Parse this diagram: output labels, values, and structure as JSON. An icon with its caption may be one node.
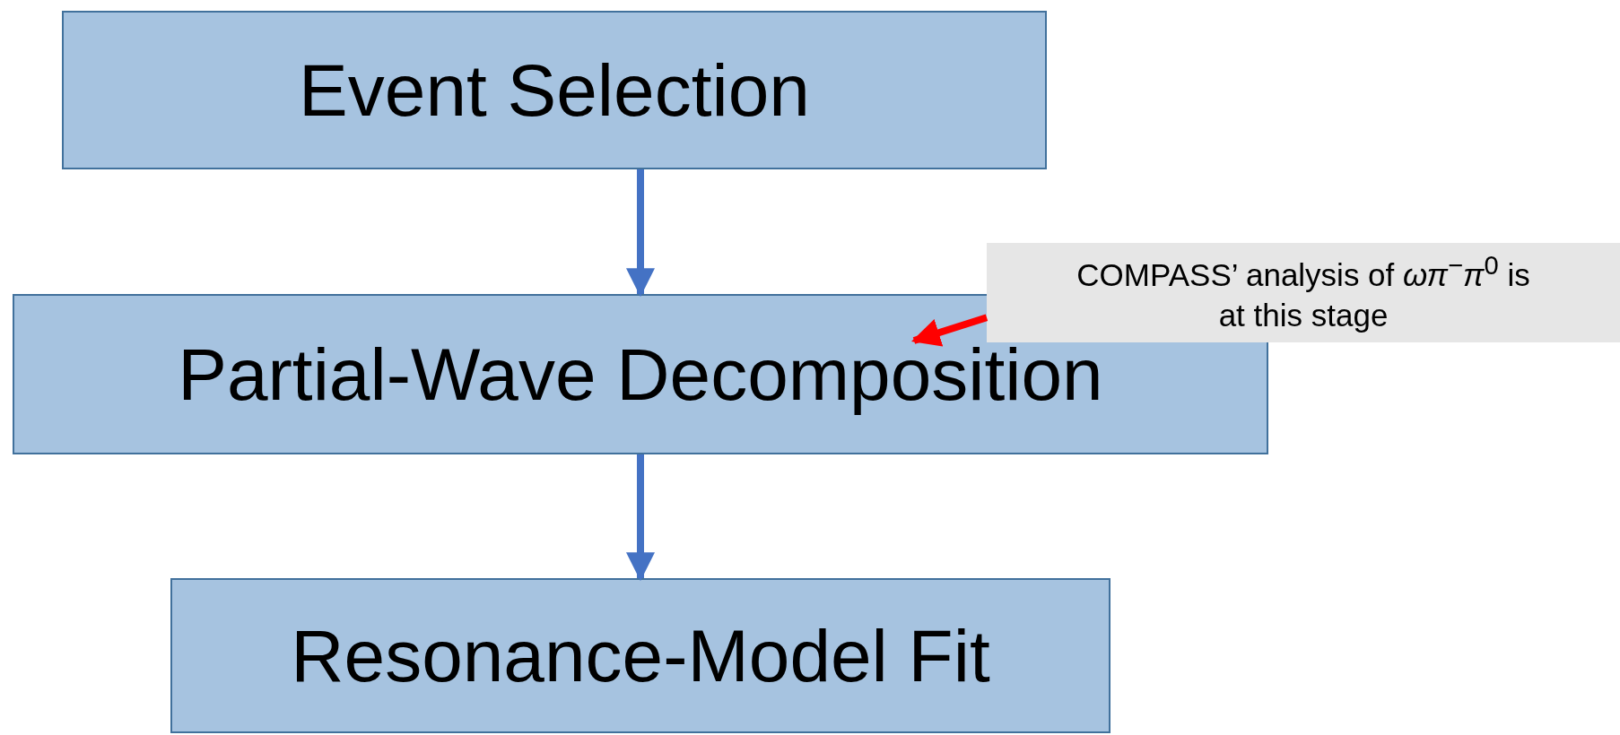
{
  "diagram": {
    "nodes": [
      {
        "text": [
          "Event Selection"
        ]
      },
      {
        "text": [
          "Partial-Wave Decomposition"
        ]
      },
      {
        "text": [
          "COMPASS’ analysis of *ωπ*$^{−}$*π*$^{0}$ is at this stage"
        ]
      },
      {
        "text": [
          "Resonance-Model Fit"
        ]
      }
    ],
    "edges": [
      {
        "from": 0,
        "to": 1,
        "arrow": "to"
      },
      {
        "from": 2,
        "to": 1,
        "arrow": "to",
        "color": "#ff0000"
      },
      {
        "from": 1,
        "to": 3,
        "arrow": "to"
      }
    ]
  }
}
